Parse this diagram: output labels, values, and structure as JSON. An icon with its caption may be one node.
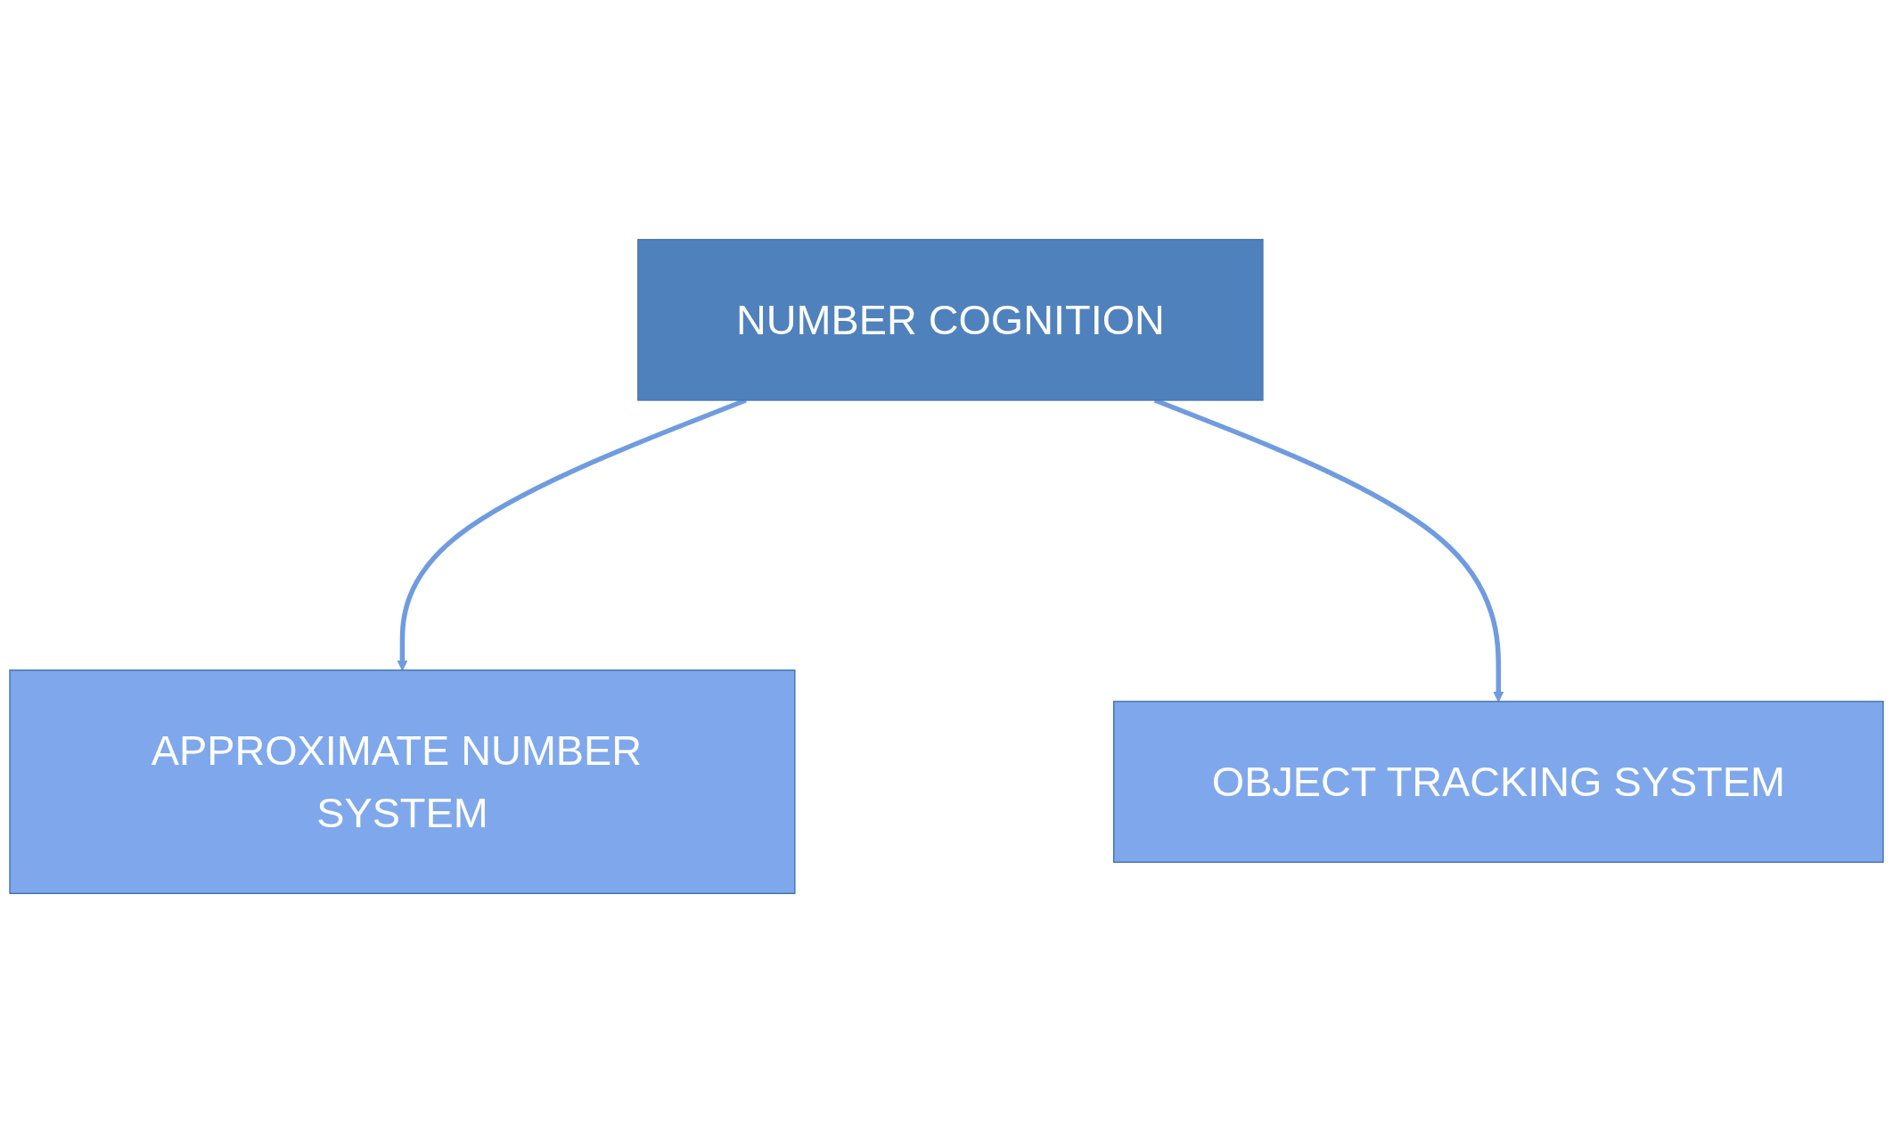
{
  "diagram": {
    "nodes": [
      {
        "text": [
          "NUMBER COGNITION"
        ]
      },
      {
        "text": [
          "APPROXIMATE NUMBER SYSTEM"
        ]
      },
      {
        "text": [
          "OBJECT TRACKING SYSTEM"
        ]
      }
    ],
    "edges": [
      {
        "from": 0,
        "to": 1,
        "arrow": "to"
      },
      {
        "from": 0,
        "to": 2,
        "arrow": "to"
      }
    ]
  }
}
